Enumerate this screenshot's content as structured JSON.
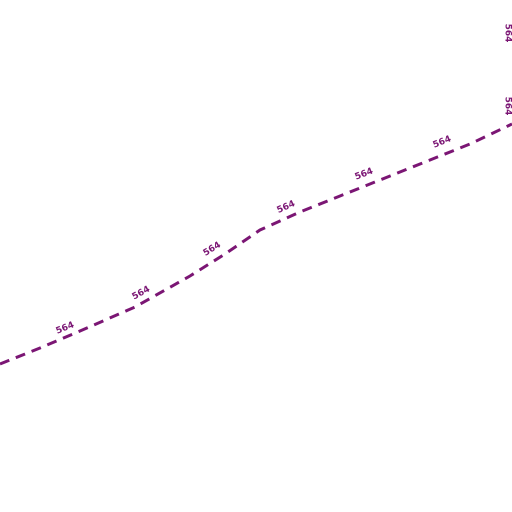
{
  "map": {
    "route": {
      "ref": "564",
      "line_color": "#7b1674",
      "label_color": "#7b1674",
      "style": "dashed"
    },
    "labels": [
      {
        "text": "564"
      },
      {
        "text": "564"
      },
      {
        "text": "564"
      },
      {
        "text": "564"
      },
      {
        "text": "564"
      },
      {
        "text": "564"
      },
      {
        "text": "564"
      },
      {
        "text": "564"
      }
    ]
  }
}
